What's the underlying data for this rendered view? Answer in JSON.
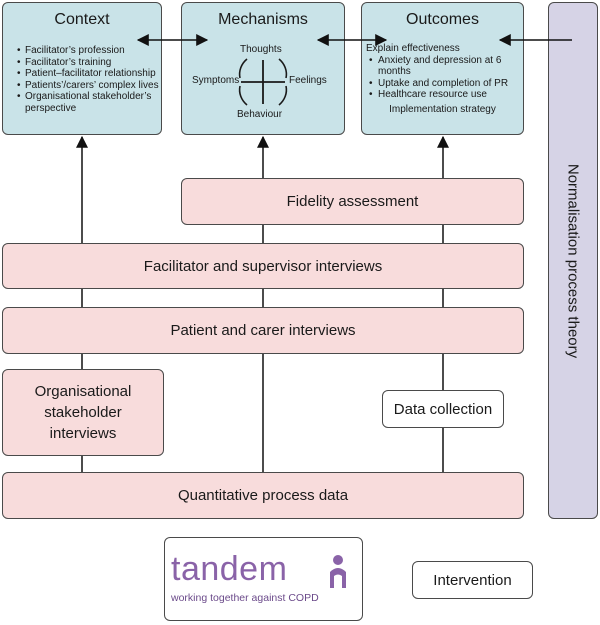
{
  "context": {
    "title": "Context",
    "items": [
      "Facilitator’s profession",
      "Facilitator’s training",
      "Patient–facilitator relationship",
      "Patients’/carers’ complex lives",
      "Organisational stakeholder’s perspective"
    ]
  },
  "mechanisms": {
    "title": "Mechanisms",
    "thoughts": "Thoughts",
    "symptoms": "Symptoms",
    "feelings": "Feelings",
    "behaviour": "Behaviour"
  },
  "outcomes": {
    "title": "Outcomes",
    "heading": "Explain effectiveness",
    "items": [
      "Anxiety and depression at 6 months",
      "Uptake and completion of PR",
      "Healthcare resource use"
    ],
    "implementation": "Implementation strategy"
  },
  "npt": "Normalisation process theory",
  "bars": {
    "fidelity": "Fidelity assessment",
    "facilitator_interviews": "Facilitator and supervisor interviews",
    "patient_interviews": "Patient and carer interviews",
    "organisational": "Organisational stakeholder interviews",
    "quantitative": "Quantitative process data"
  },
  "legend": {
    "data_collection": "Data collection",
    "intervention": "Intervention"
  },
  "logo": {
    "name": "tandem",
    "tagline": "working together against COPD",
    "brand_color": "#8a63a8"
  },
  "colors": {
    "theory_boxes": "#c9e3e8",
    "data_bars": "#f8dcdc",
    "npt_bar": "#d6d3e6"
  }
}
